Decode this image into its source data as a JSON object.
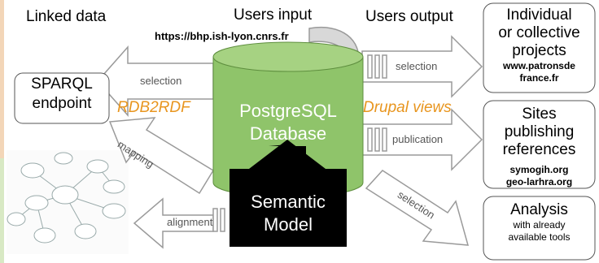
{
  "headers": {
    "linked_data": "Linked data",
    "users_input": "Users input",
    "users_output": "Users output",
    "url": "https://bhp.ish-lyon.cnrs.fr"
  },
  "sparql": {
    "line1": "SPARQL",
    "line2": "endpoint"
  },
  "center": {
    "rdb2rdf": "RDB2RDF",
    "drupal": "Drupal views",
    "db_line1": "PostgreSQL",
    "db_line2": "Database",
    "model_line1": "Semantic",
    "model_line2": "Model"
  },
  "arrows": {
    "selection_left": "selection",
    "selection_right": "selection",
    "publication": "publication",
    "selection_diag": "selection",
    "mapping": "mapping",
    "alignment": "alignment"
  },
  "boxes": {
    "projects": {
      "lines": [
        "Individual",
        "or collective",
        "projects"
      ],
      "url": [
        "www.patronsde",
        "france.fr"
      ]
    },
    "sites": {
      "lines": [
        "Sites",
        "publishing",
        "references"
      ],
      "refs": [
        "symogih.org",
        "geo-larhra.org"
      ]
    },
    "analysis": {
      "title": "Analysis",
      "sub": [
        "with already",
        "available tools"
      ]
    }
  },
  "colors": {
    "cylinder": "#8fc46a",
    "cylinder_dark": "#6fa84a",
    "model_box": "#000000",
    "accent_orange": "#e8951e"
  }
}
